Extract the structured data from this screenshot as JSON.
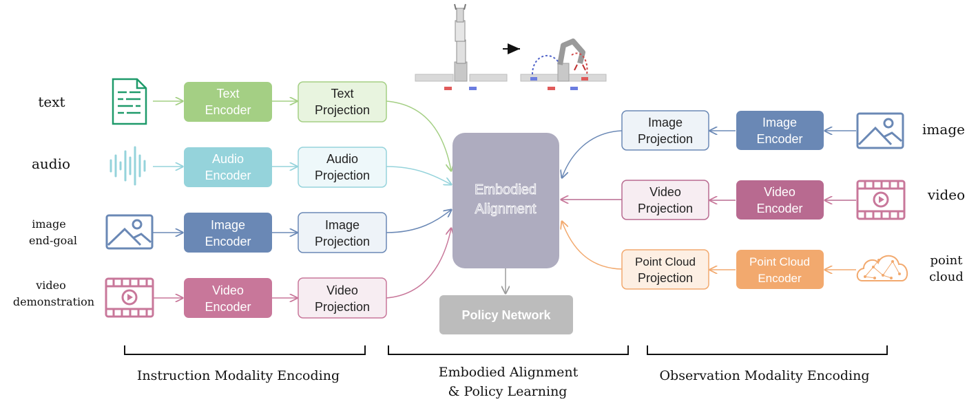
{
  "colors": {
    "text_green": "#1e9a6a",
    "text_encoder": "#a4cf84",
    "text_projection": "#e8f4df",
    "audio": "#95d3db",
    "audio_projection": "#eef8fa",
    "image_blue": "#6a88b5",
    "image_projection": "#eef3f8",
    "video_pink": "#c8779a",
    "video_projection": "#f7edf2",
    "video_encoder_right": "#b86a90",
    "pc_orange": "#f2a96e",
    "pc_projection": "#fdefe3",
    "alignment": "#aeacbf",
    "policy": "#bcbcbc"
  },
  "inputs_left": {
    "text": "text",
    "audio": "audio",
    "image_line1": "image",
    "image_line2": "end-goal",
    "video_line1": "video",
    "video_line2": "demonstration"
  },
  "encoders_left": {
    "text": [
      "Text",
      "Encoder"
    ],
    "audio": [
      "Audio",
      "Encoder"
    ],
    "image": [
      "Image",
      "Encoder"
    ],
    "video": [
      "Video",
      "Encoder"
    ]
  },
  "projections_left": {
    "text": [
      "Text",
      "Projection"
    ],
    "audio": [
      "Audio",
      "Projection"
    ],
    "image": [
      "Image",
      "Projection"
    ],
    "video": [
      "Video",
      "Projection"
    ]
  },
  "center": {
    "alignment": [
      "Embodied",
      "Alignment"
    ],
    "policy": "Policy Network"
  },
  "projections_right": {
    "image": [
      "Image",
      "Projection"
    ],
    "video": [
      "Video",
      "Projection"
    ],
    "pointcloud": [
      "Point Cloud",
      "Projection"
    ]
  },
  "encoders_right": {
    "image": [
      "Image",
      "Encoder"
    ],
    "video": [
      "Video",
      "Encoder"
    ],
    "pointcloud": [
      "Point Cloud",
      "Encoder"
    ]
  },
  "inputs_right": {
    "image": "image",
    "video": "video",
    "pointcloud_line1": "point",
    "pointcloud_line2": "cloud"
  },
  "sections": {
    "instruction": "Instruction Modality Encoding",
    "alignment_line1": "Embodied Alignment",
    "alignment_line2": "& Policy Learning",
    "observation": "Observation Modality Encoding"
  }
}
